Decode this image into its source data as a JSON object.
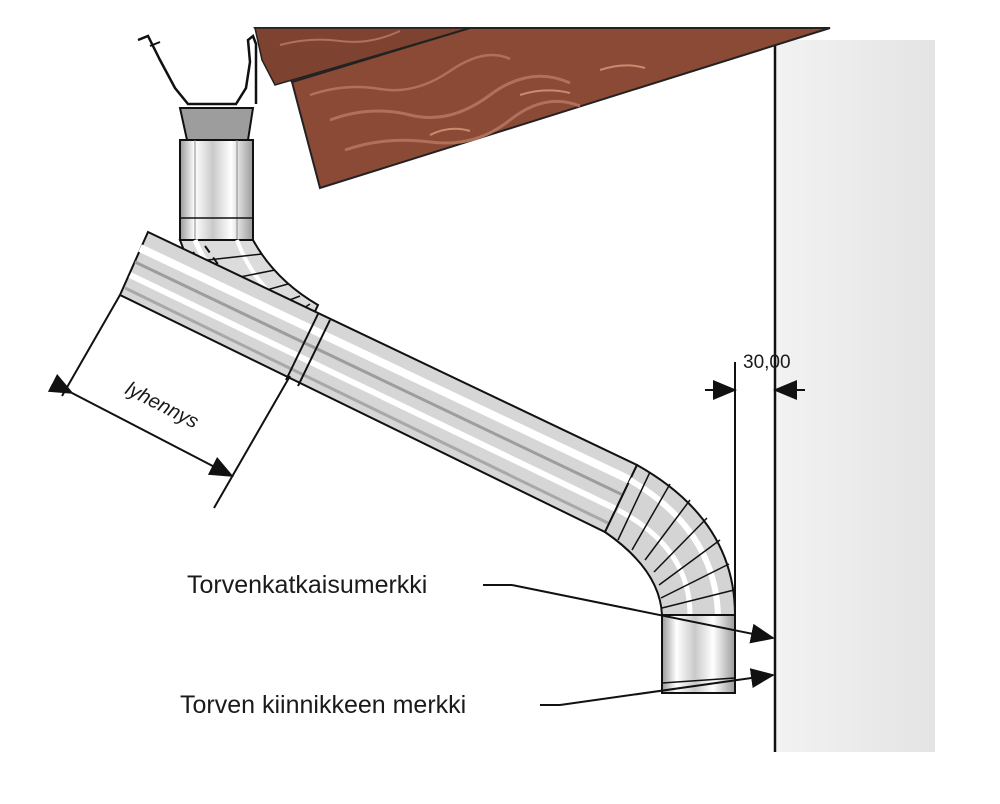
{
  "labels": {
    "shortening": "lyhennys",
    "dimension": "30,00",
    "cut_mark": "Torvenkatkaisumerkki",
    "bracket_mark": "Torven kiinnikkeen merkki"
  },
  "colors": {
    "roof": "#8a4a35",
    "roof_grain": "#b0705a",
    "wall": "#f0f0f0",
    "pipe_light": "#ffffff",
    "pipe_mid": "#c9c9c9",
    "pipe_dark": "#9a9a9a",
    "outlet": "#9d9d9d",
    "line": "#111111"
  },
  "icons": {
    "gutter": "gutter-profile",
    "arrow": "arrowhead"
  }
}
